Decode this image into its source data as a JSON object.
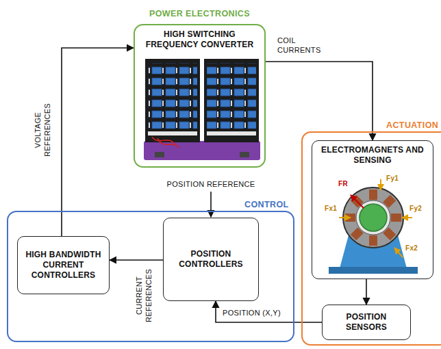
{
  "diagram": {
    "nodes": [
      {
        "text": [
          "POWER ELECTRONICS",
          "HIGH SWITCHING FREQUENCY CONVERTER"
        ]
      },
      {
        "text": [
          "ACTUATION"
        ]
      },
      {
        "text": [
          "ELECTROMAGNETS AND SENSING"
        ],
        "in": 1
      },
      {
        "text": [
          "POSITION SENSORS"
        ],
        "in": 1
      },
      {
        "text": [
          "CONTROL"
        ]
      },
      {
        "text": [
          "HIGH BANDWIDTH CURRENT CONTROLLERS"
        ],
        "in": 4
      },
      {
        "text": [
          "POSITION CONTROLLERS"
        ],
        "in": 4
      }
    ],
    "edges": [
      {
        "from": 5,
        "to": 0,
        "arrow": "to",
        "label": "VOLTAGE REFERENCES"
      },
      {
        "from": 0,
        "to": 2,
        "arrow": "to",
        "label": "COIL CURRENTS"
      },
      {
        "from": 2,
        "to": 3,
        "arrow": "to"
      },
      {
        "from": 3,
        "to": 6,
        "arrow": "to",
        "label": "POSITION (X,Y)"
      },
      {
        "from": 6,
        "to": 5,
        "arrow": "to",
        "label": "CURRENT REFERENCES"
      }
    ],
    "labels": [
      "POSITION REFERENCE",
      "FR",
      "Fy1",
      "Fx1",
      "Fy2",
      "Fx2"
    ]
  }
}
